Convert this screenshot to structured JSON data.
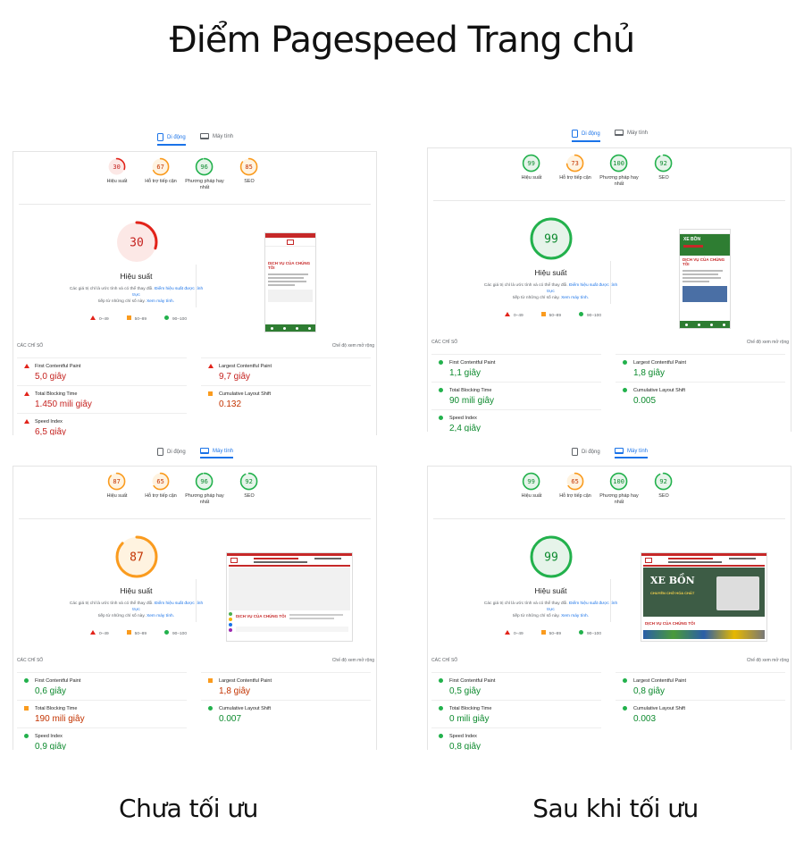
{
  "page_title": "Điểm Pagespeed Trang chủ",
  "captions": {
    "left": "Chưa tối ưu",
    "right": "Sau khi tối ưu"
  },
  "tabs": {
    "mobile": "Di động",
    "desktop": "Máy tính"
  },
  "colors": {
    "fail": "#e2231a",
    "average": "#fa9b1e",
    "pass": "#22b14c",
    "link": "#1a73e8"
  },
  "common": {
    "perf_title": "Hiệu suất",
    "desc_prefix": "Các giá trị chỉ là ước tính và có thể thay đổi. ",
    "desc_link": "Điểm hiệu suất được tính trực",
    "desc_line2": "tiếp từ những chỉ số này. ",
    "desc_link2": "Xem máy tính.",
    "legend": [
      "0–49",
      "50–89",
      "90–100"
    ],
    "metrics_label": "CÁC CHỈ SỐ",
    "expand_label": "Chế độ xem mở rộng",
    "categories": [
      "Hiệu suất",
      "Hỗ trợ tiếp cận",
      "Phương pháp hay nhất",
      "SEO"
    ],
    "metric_names": [
      "First Contentful Paint",
      "Largest Contentful Paint",
      "Total Blocking Time",
      "Cumulative Layout Shift",
      "Speed Index"
    ]
  },
  "panels": [
    {
      "id": "before-mobile",
      "active_tab": "mobile",
      "scores": [
        "30",
        "67",
        "96",
        "85"
      ],
      "score_values": [
        30,
        67,
        96,
        85
      ],
      "big_score": "30",
      "big_value": 30,
      "metric_values": [
        "5,0 giây",
        "9,7 giây",
        "1.450 mili giây",
        "0.132",
        "6,5 giây"
      ],
      "metric_status": [
        "fail",
        "fail",
        "fail",
        "average",
        "fail"
      ]
    },
    {
      "id": "after-mobile",
      "active_tab": "mobile",
      "scores": [
        "99",
        "73",
        "100",
        "92"
      ],
      "score_values": [
        99,
        73,
        100,
        92
      ],
      "big_score": "99",
      "big_value": 99,
      "metric_values": [
        "1,1 giây",
        "1,8 giây",
        "90 mili giây",
        "0.005",
        "2,4 giây"
      ],
      "metric_status": [
        "pass",
        "pass",
        "pass",
        "pass",
        "pass"
      ]
    },
    {
      "id": "before-desktop",
      "active_tab": "desktop",
      "scores": [
        "87",
        "65",
        "96",
        "92"
      ],
      "score_values": [
        87,
        65,
        96,
        92
      ],
      "big_score": "87",
      "big_value": 87,
      "metric_values": [
        "0,6 giây",
        "1,8 giây",
        "190 mili giây",
        "0.007",
        "0,9 giây"
      ],
      "metric_status": [
        "pass",
        "average",
        "average",
        "pass",
        "pass"
      ]
    },
    {
      "id": "after-desktop",
      "active_tab": "desktop",
      "scores": [
        "99",
        "65",
        "100",
        "92"
      ],
      "score_values": [
        99,
        65,
        100,
        92
      ],
      "big_score": "99",
      "big_value": 99,
      "metric_values": [
        "0,5 giây",
        "0,8 giây",
        "0 mili giây",
        "0.003",
        "0,8 giây"
      ],
      "metric_status": [
        "pass",
        "pass",
        "pass",
        "pass",
        "pass"
      ]
    }
  ],
  "screenshots": {
    "mobile_heading": "DỊCH VỤ CỦA CHÚNG TÔI",
    "banner_title": "XE BỒN",
    "banner_sub": "CHUYÊN CHỞ HÓA CHẤT"
  }
}
